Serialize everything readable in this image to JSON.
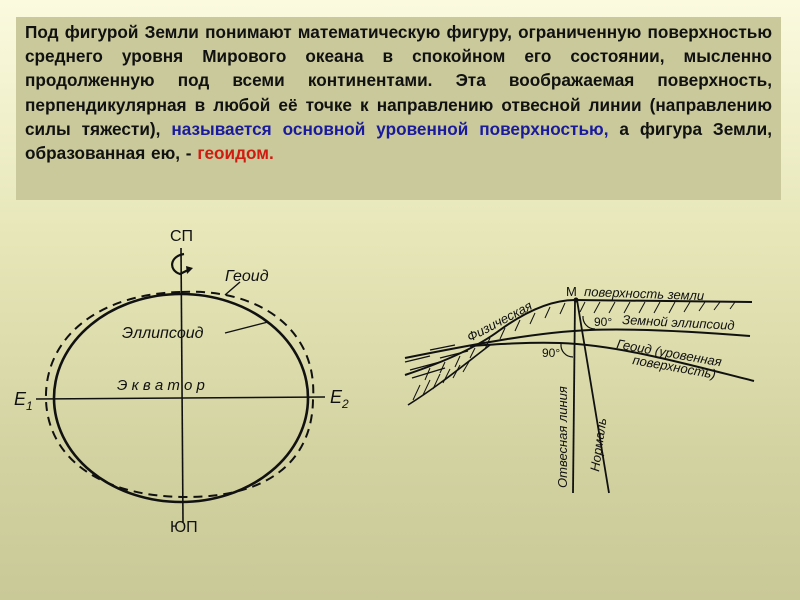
{
  "slide": {
    "colors": {
      "background_top": "#fbfadf",
      "background_bottom": "#c9c897",
      "text_box": "#c9c99b",
      "text": "#111111",
      "highlight_blue": "#1a1a9c",
      "highlight_red": "#d11a10"
    },
    "paragraph": {
      "part1": "Под фигурой Земли понимают математическую фигуру, ограниченную поверхностью среднего уровня Мирового океана в спокойном его состоянии, мысленно продолженную под всеми континентами. Эта воображаемая поверхность, перпендикулярная в любой её точке к направлению отвесной линии (направлению силы тяжести), ",
      "blue_text": "называется основной уровенной поверхностью,",
      "part2": " а фигура Земли, образованная ею, - ",
      "red_text": "геоидом."
    },
    "left_diagram": {
      "north_pole_label": "СП",
      "south_pole_label": "ЮП",
      "geoid_label": "Геоид",
      "ellipsoid_label": "Эллипсоид",
      "equator_label": "Э к в а т о р",
      "e1_label": "E",
      "e1_sub": "1",
      "e2_label": "E",
      "e2_sub": "2"
    },
    "right_diagram": {
      "physical_label": "Физическая",
      "point_label": "М",
      "surface_label": "поверхность земли",
      "angle1_label": "90°",
      "ellipsoid_label": "Земной эллипсоид",
      "geoid_line1": "Геоид (уровенная",
      "geoid_line2": "поверхность)",
      "angle2_label": "90°",
      "plumb_label": "Отвесная линия",
      "normal_label": "Нормаль"
    }
  }
}
